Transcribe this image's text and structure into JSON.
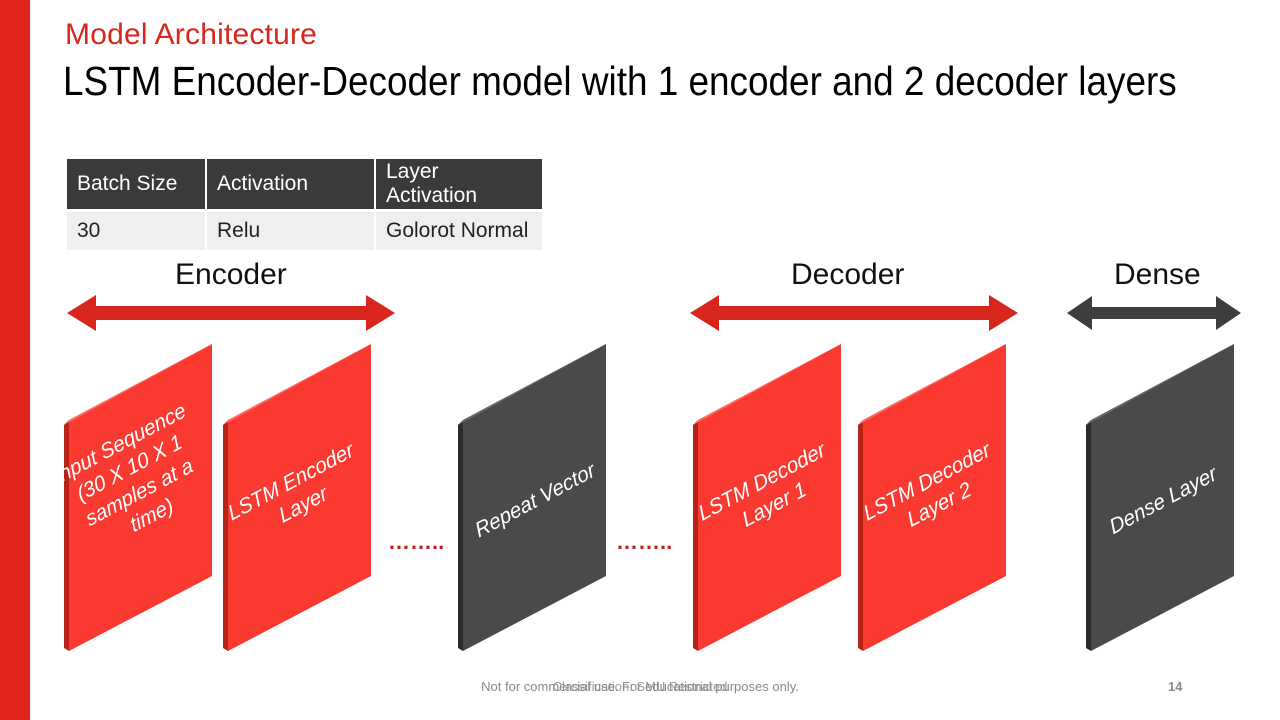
{
  "slide": {
    "subtitle": "Model Architecture",
    "title": "LSTM Encoder-Decoder model with 1 encoder and 2 decoder layers",
    "page_number": "14"
  },
  "params_table": {
    "headers": [
      "Batch Size",
      "Activation",
      "Layer Activation"
    ],
    "row": [
      "30",
      "Relu",
      "Golorot Normal"
    ]
  },
  "sections": {
    "encoder": "Encoder",
    "decoder": "Decoder",
    "dense": "Dense"
  },
  "layers": [
    {
      "lines": [
        "Input Sequence",
        "(30 X 10 X 1",
        "samples at a",
        "time)"
      ]
    },
    {
      "lines": [
        "LSTM Encoder",
        "Layer"
      ]
    },
    {
      "lines": [
        "Repeat Vector"
      ]
    },
    {
      "lines": [
        "LSTM Decoder",
        "Layer 1"
      ]
    },
    {
      "lines": [
        "LSTM Decoder",
        "Layer 2"
      ]
    },
    {
      "lines": [
        "Dense Layer"
      ]
    }
  ],
  "dots": "……..",
  "footer": {
    "left": "Not for commercial use. For educational purposes only.",
    "overlay": "Classification: SMU Restricted"
  },
  "colors": {
    "red": "#fa3a30",
    "red_edge": "#c0231b",
    "gray": "#4a4a4a",
    "gray_edge": "#2f2f2f",
    "accent": "#e1251b"
  }
}
